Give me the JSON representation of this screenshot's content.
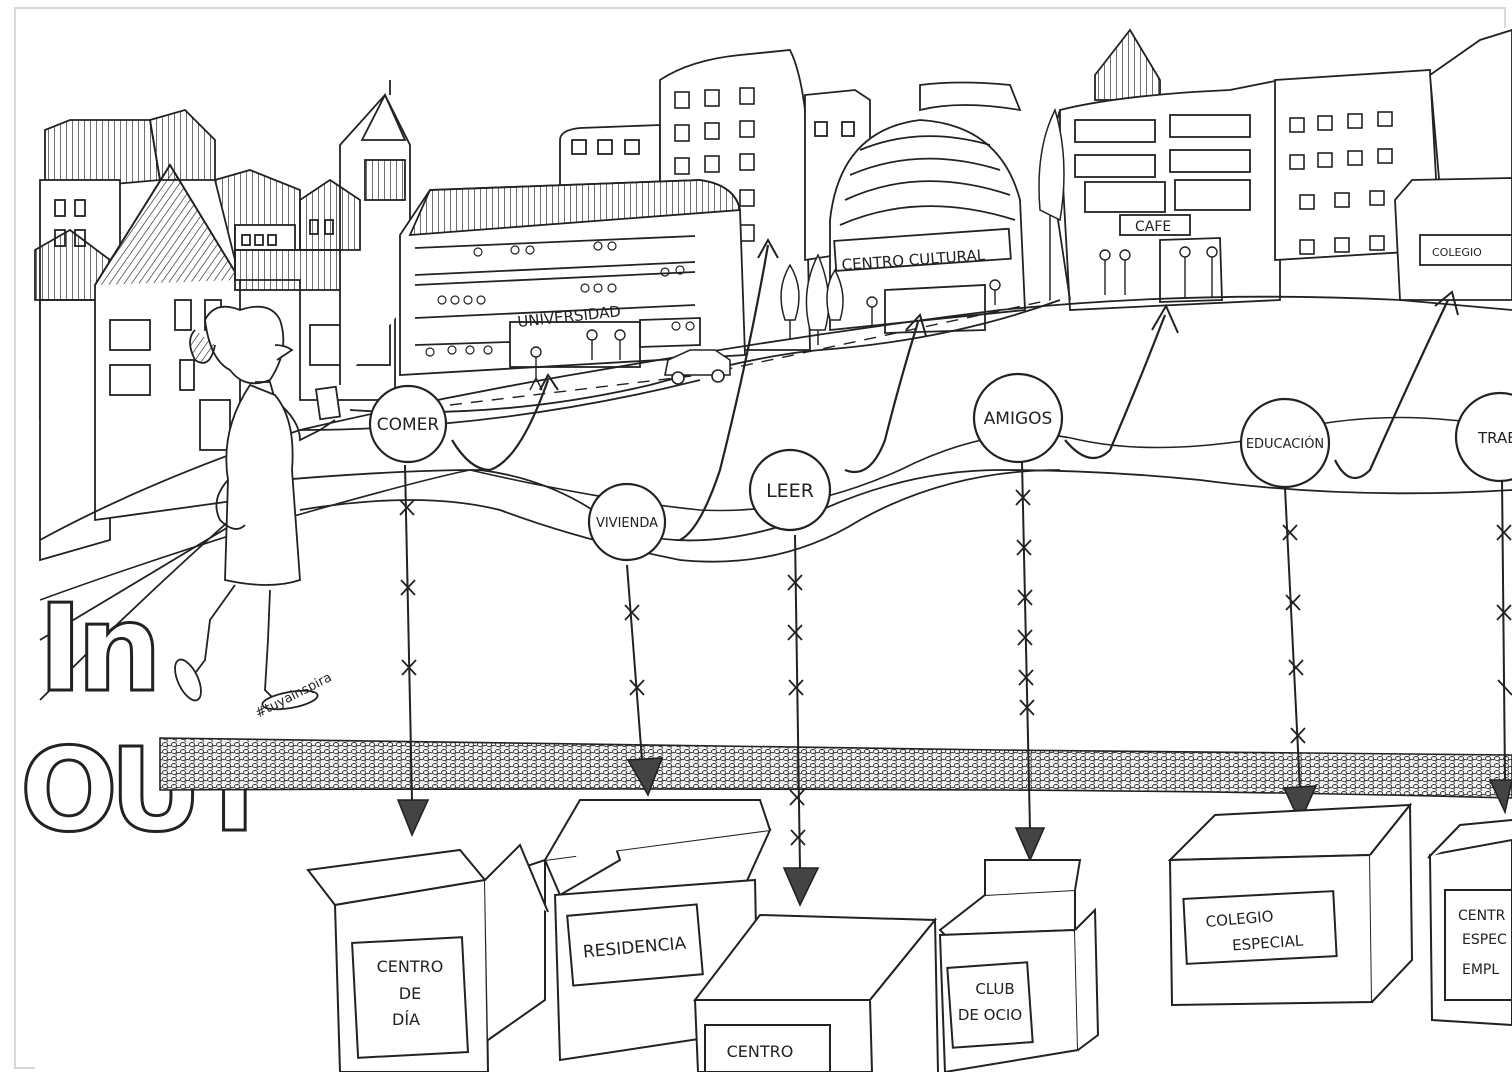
{
  "side_letters": {
    "top": "In",
    "bottom": "OUT"
  },
  "signature": "#tuyainspira",
  "buildings": {
    "university": "UNIVERSIDAD",
    "cultural": "CENTRO CULTURAL",
    "cafe": "CAFE",
    "school": "COLEGIO"
  },
  "life_nodes": [
    {
      "label": "COMER"
    },
    {
      "label": "VIVIENDA"
    },
    {
      "label": "LEER"
    },
    {
      "label": "AMIGOS"
    },
    {
      "label": "EDUCACIÓN"
    },
    {
      "label": "TRABA"
    }
  ],
  "boxes": [
    {
      "lines": [
        "CENTRO",
        "DE",
        "DÍA"
      ]
    },
    {
      "lines": [
        "RESIDENCIA"
      ]
    },
    {
      "lines": [
        "CENTRO"
      ]
    },
    {
      "lines": [
        "CLUB",
        "DE OCIO"
      ]
    },
    {
      "lines": [
        "COLEGIO",
        "ESPECIAL"
      ]
    },
    {
      "lines": [
        "CENTR",
        "ESPEC",
        "EMPL"
      ]
    }
  ]
}
